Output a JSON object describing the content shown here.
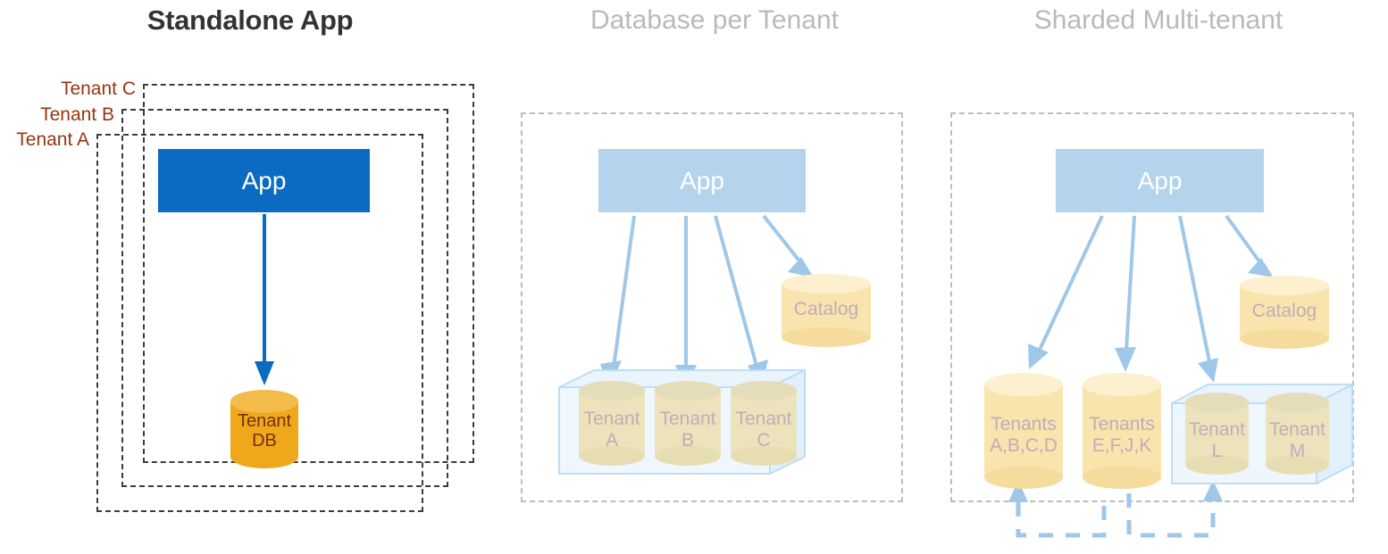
{
  "diagram": {
    "title_colors": {
      "active": "#333333",
      "inactive": "#b9b9b9",
      "app_strong": "#0b6bc3",
      "app_faded": "#b4d3ec",
      "db_strong": "#efa81c",
      "db_faded": "#f9e4ae",
      "tenant_label": "#963610",
      "arrow_faded": "#9fc7e8",
      "arrow_strong": "#0b6bc3",
      "frame_dash": "#3c3c3c",
      "glass_fill": "#eaf4fd",
      "glass_stroke": "#bdddf4"
    },
    "panels": [
      {
        "id": "standalone",
        "title": "Standalone App",
        "state": "active",
        "tenant_frames": [
          {
            "label": "Tenant C"
          },
          {
            "label": "Tenant B"
          },
          {
            "label": "Tenant A"
          }
        ],
        "app": {
          "label": "App"
        },
        "databases": [
          {
            "label": "Tenant\nDB",
            "style": "strong"
          }
        ]
      },
      {
        "id": "database-per-tenant",
        "title": "Database per Tenant",
        "state": "inactive",
        "app": {
          "label": "App"
        },
        "catalog": {
          "label": "Catalog"
        },
        "databases": [
          {
            "label": "Tenant\nA",
            "style": "khaki"
          },
          {
            "label": "Tenant\nB",
            "style": "khaki"
          },
          {
            "label": "Tenant\nC",
            "style": "khaki"
          }
        ]
      },
      {
        "id": "sharded-multi-tenant",
        "title": "Sharded Multi-tenant",
        "state": "inactive",
        "app": {
          "label": "App"
        },
        "catalog": {
          "label": "Catalog"
        },
        "databases": [
          {
            "label": "Tenants\nA,B,C,D",
            "style": "cream"
          },
          {
            "label": "Tenants\nE,F,J,K",
            "style": "cream"
          },
          {
            "label": "Tenant\nL",
            "style": "khaki"
          },
          {
            "label": "Tenant\nM",
            "style": "khaki"
          }
        ]
      }
    ]
  }
}
